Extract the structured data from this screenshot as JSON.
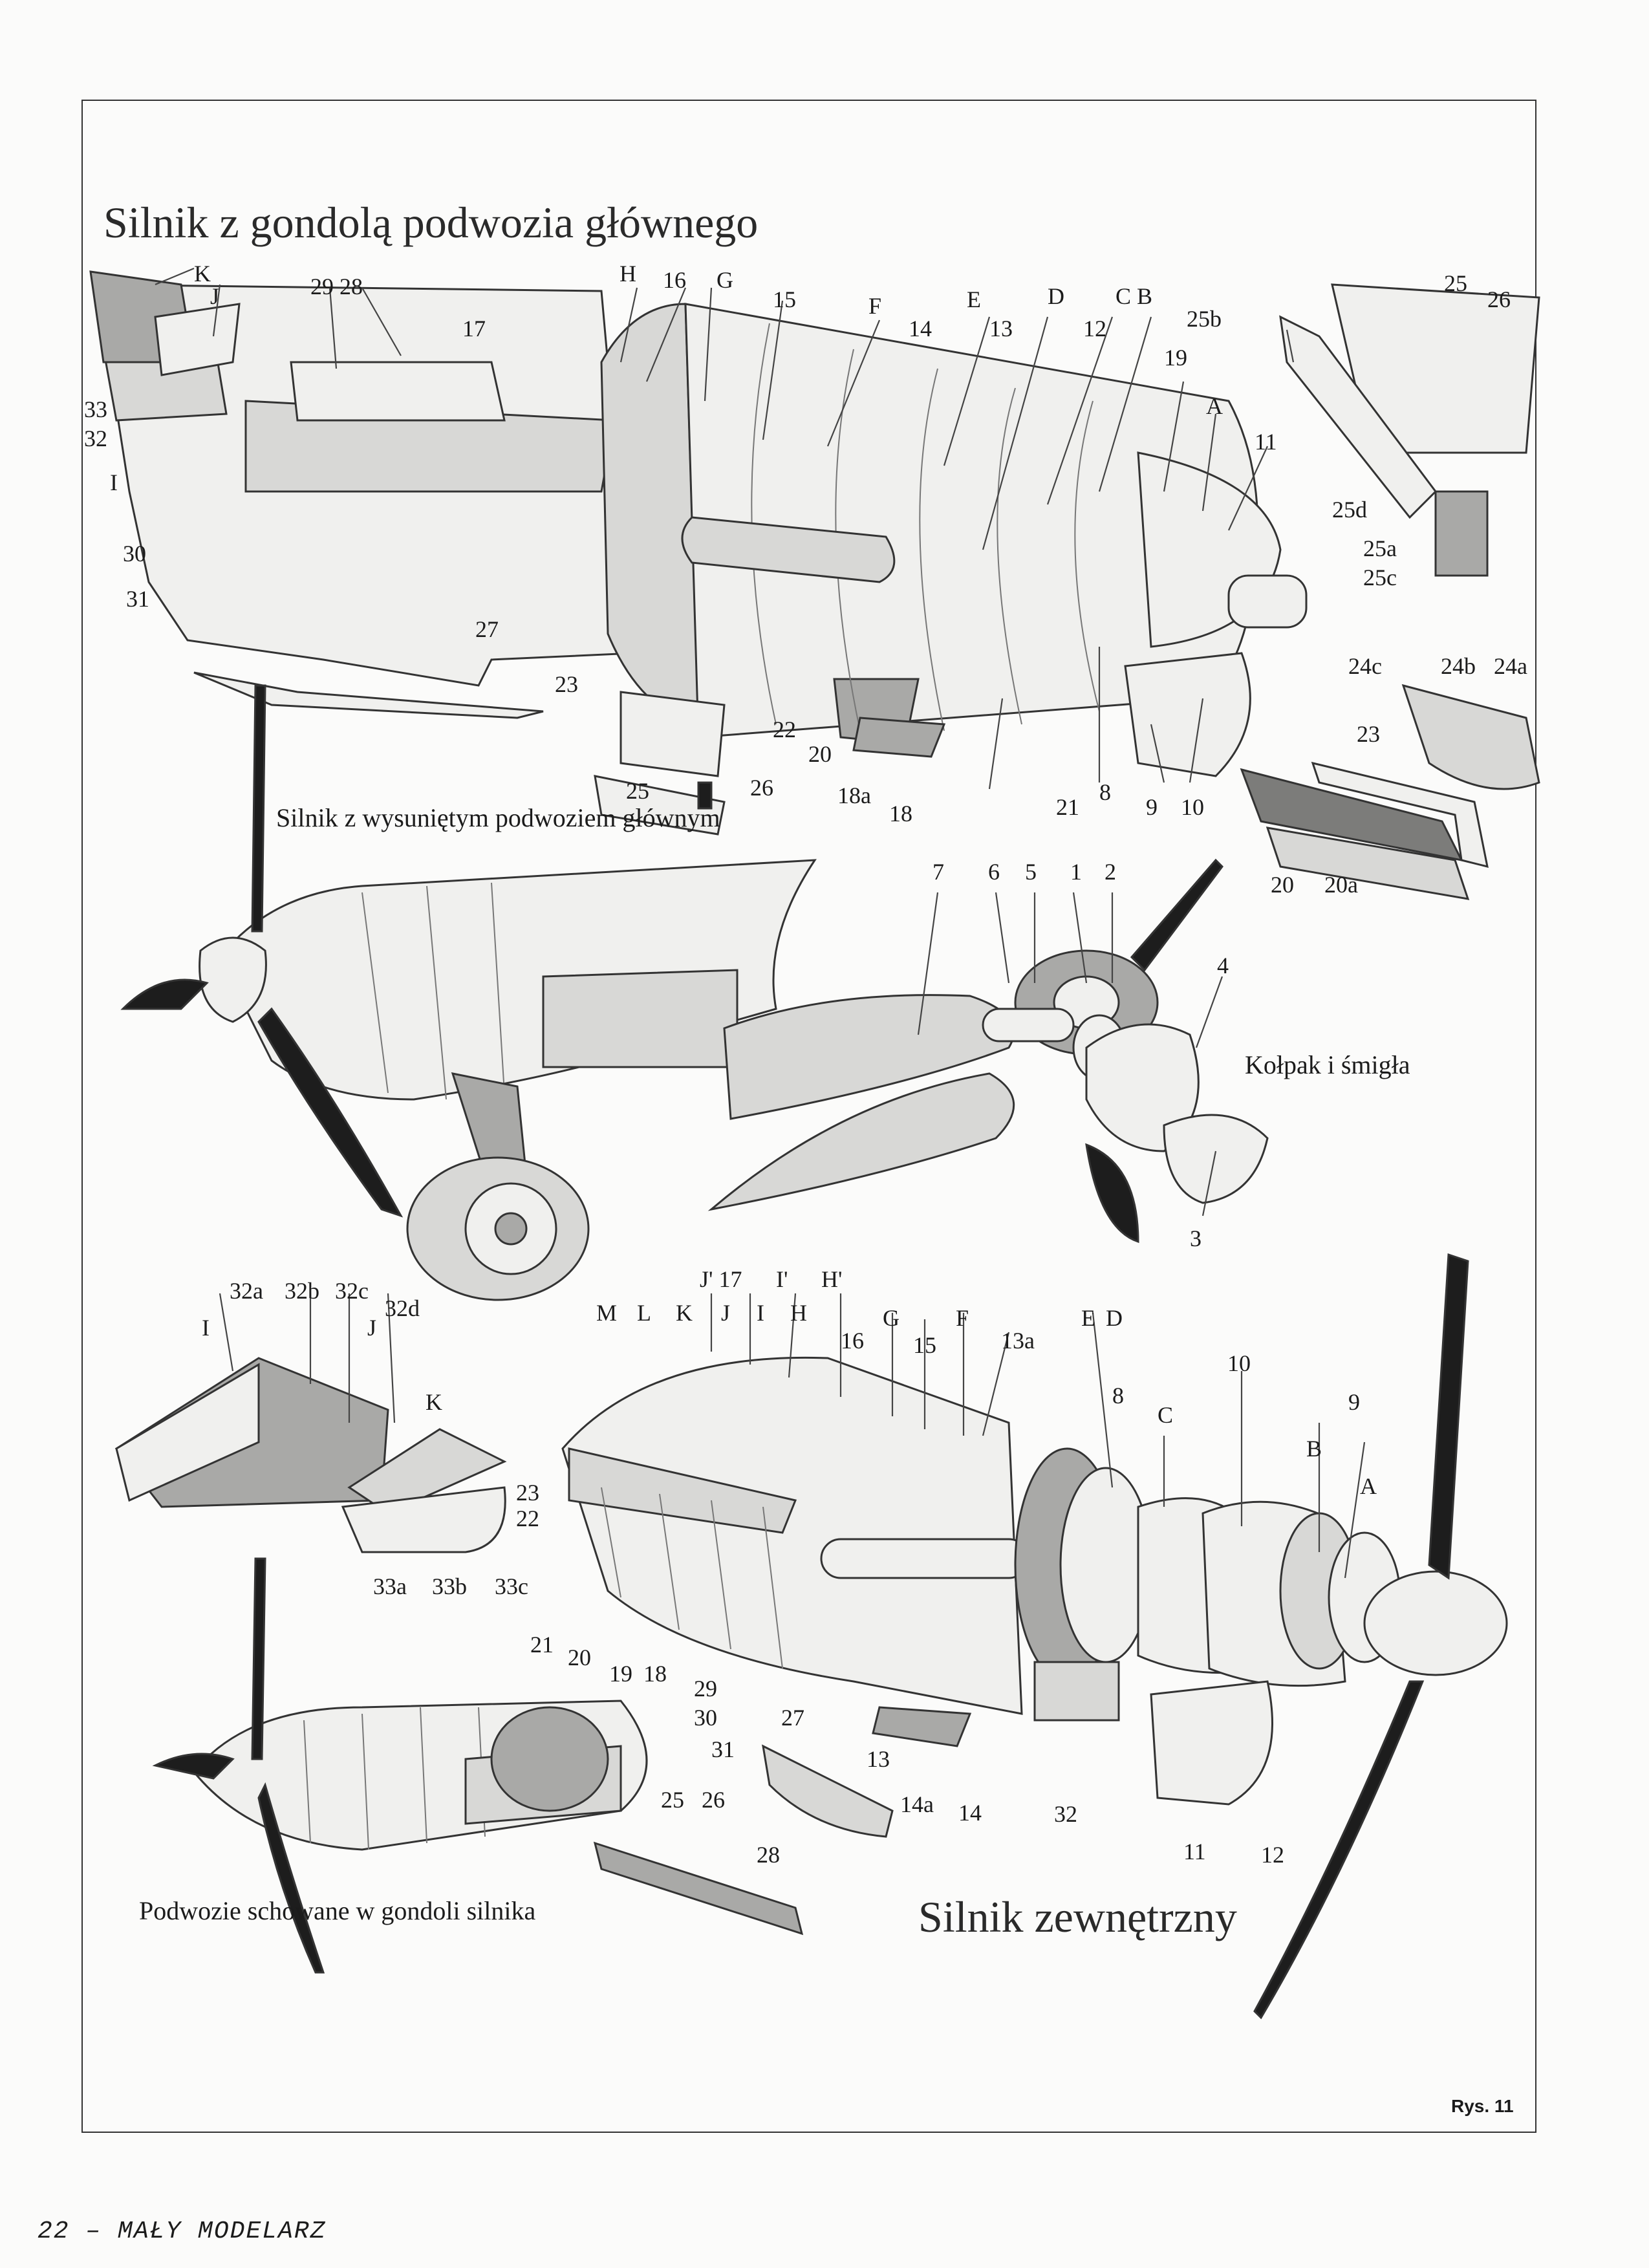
{
  "titles": {
    "engine_gondola": "Silnik z gondolą podwozia głównego",
    "extended_gear": "Silnik z wysuniętym podwoziem głównym",
    "spinner_props": "Kołpak i śmigła",
    "retracted_gear": "Podwozie schowane w gondoli silnika",
    "outer_engine": "Silnik zewnętrzny"
  },
  "figure_no": "Rys. 11",
  "footer": "22 – MAŁY MODELARZ",
  "labels_top": [
    "K",
    "J",
    "29 28",
    "H",
    "16",
    "G",
    "15",
    "F",
    "E",
    "D",
    "C B",
    "25",
    "26",
    "17",
    "14",
    "13",
    "12",
    "25b",
    "19",
    "A",
    "11",
    "33",
    "32",
    "I",
    "30",
    "31",
    "27",
    "25d",
    "25a",
    "25c",
    "24c",
    "24b",
    "24a",
    "23",
    "23",
    "22",
    "20",
    "18a",
    "18",
    "21",
    "8",
    "9",
    "10",
    "25",
    "26",
    "20",
    "20a"
  ],
  "labels_mid": [
    "7",
    "6",
    "5",
    "1",
    "2",
    "4",
    "3"
  ],
  "labels_bottom": [
    "32a",
    "32b",
    "32c",
    "32d",
    "J",
    "I",
    "K",
    "J' 17",
    "I'",
    "H'",
    "M",
    "L",
    "K",
    "J",
    "I",
    "H",
    "G",
    "F",
    "E",
    "D",
    "16",
    "15",
    "13a",
    "10",
    "8",
    "9",
    "C",
    "B",
    "A",
    "23",
    "22",
    "33a",
    "33b",
    "33c",
    "21",
    "20",
    "19",
    "18",
    "29",
    "30",
    "27",
    "31",
    "13",
    "14a",
    "14",
    "32",
    "11",
    "12",
    "25",
    "26",
    "28"
  ]
}
